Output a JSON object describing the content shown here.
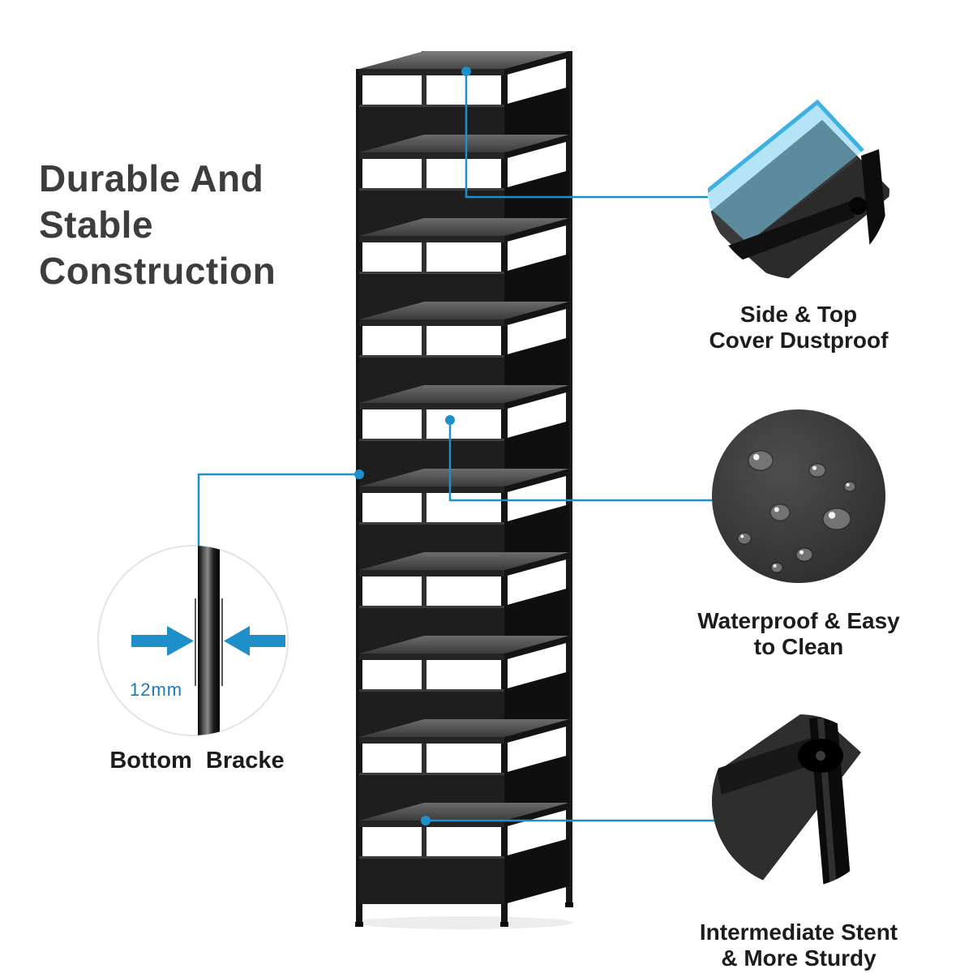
{
  "colors": {
    "accent": "#1e8fc9",
    "heading_text": "#3d3d3d",
    "label_text": "#1c1c1c",
    "rack_fabric": "#1e1e1e",
    "background": "#ffffff"
  },
  "heading": {
    "lines": [
      "Durable And",
      "Stable",
      "Construction"
    ]
  },
  "rack": {
    "tiers": 10
  },
  "callouts": {
    "dustproof": {
      "label_lines": [
        "Side & Top",
        "Cover Dustproof"
      ]
    },
    "waterproof": {
      "label_lines": [
        "Waterproof & Easy",
        "to Clean"
      ]
    },
    "stent": {
      "label_lines": [
        "Intermediate Stent",
        "& More Sturdy"
      ]
    },
    "bracket": {
      "label": "Bottom Bracke",
      "measurement": "12mm"
    }
  }
}
